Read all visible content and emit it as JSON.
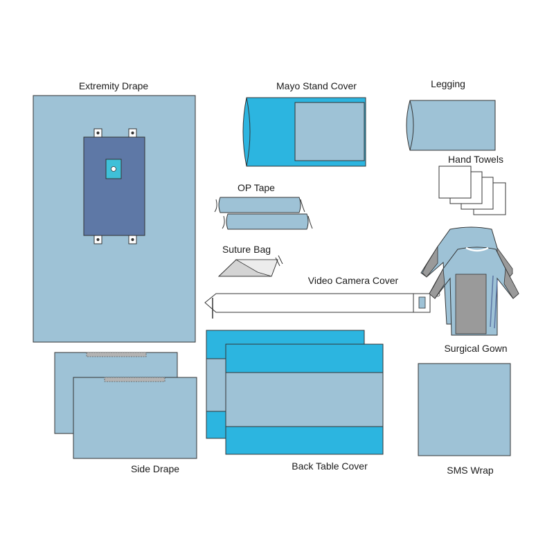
{
  "labels": {
    "extremity_drape": "Extremity Drape",
    "mayo_stand_cover": "Mayo Stand Cover",
    "legging": "Legging",
    "hand_towels": "Hand Towels",
    "op_tape": "OP Tape",
    "suture_bag": "Suture Bag",
    "video_camera_cover": "Video Camera Cover",
    "surgical_gown": "Surgical Gown",
    "side_drape": "Side Drape",
    "back_table_cover": "Back Table Cover",
    "sms_wrap": "SMS Wrap"
  },
  "colors": {
    "light_blue": "#9ec2d6",
    "bright_blue": "#2cb5e0",
    "dark_blue": "#5e78a6",
    "outline": "#333333",
    "gown_gray": "#9a9a9a",
    "white": "#ffffff"
  }
}
